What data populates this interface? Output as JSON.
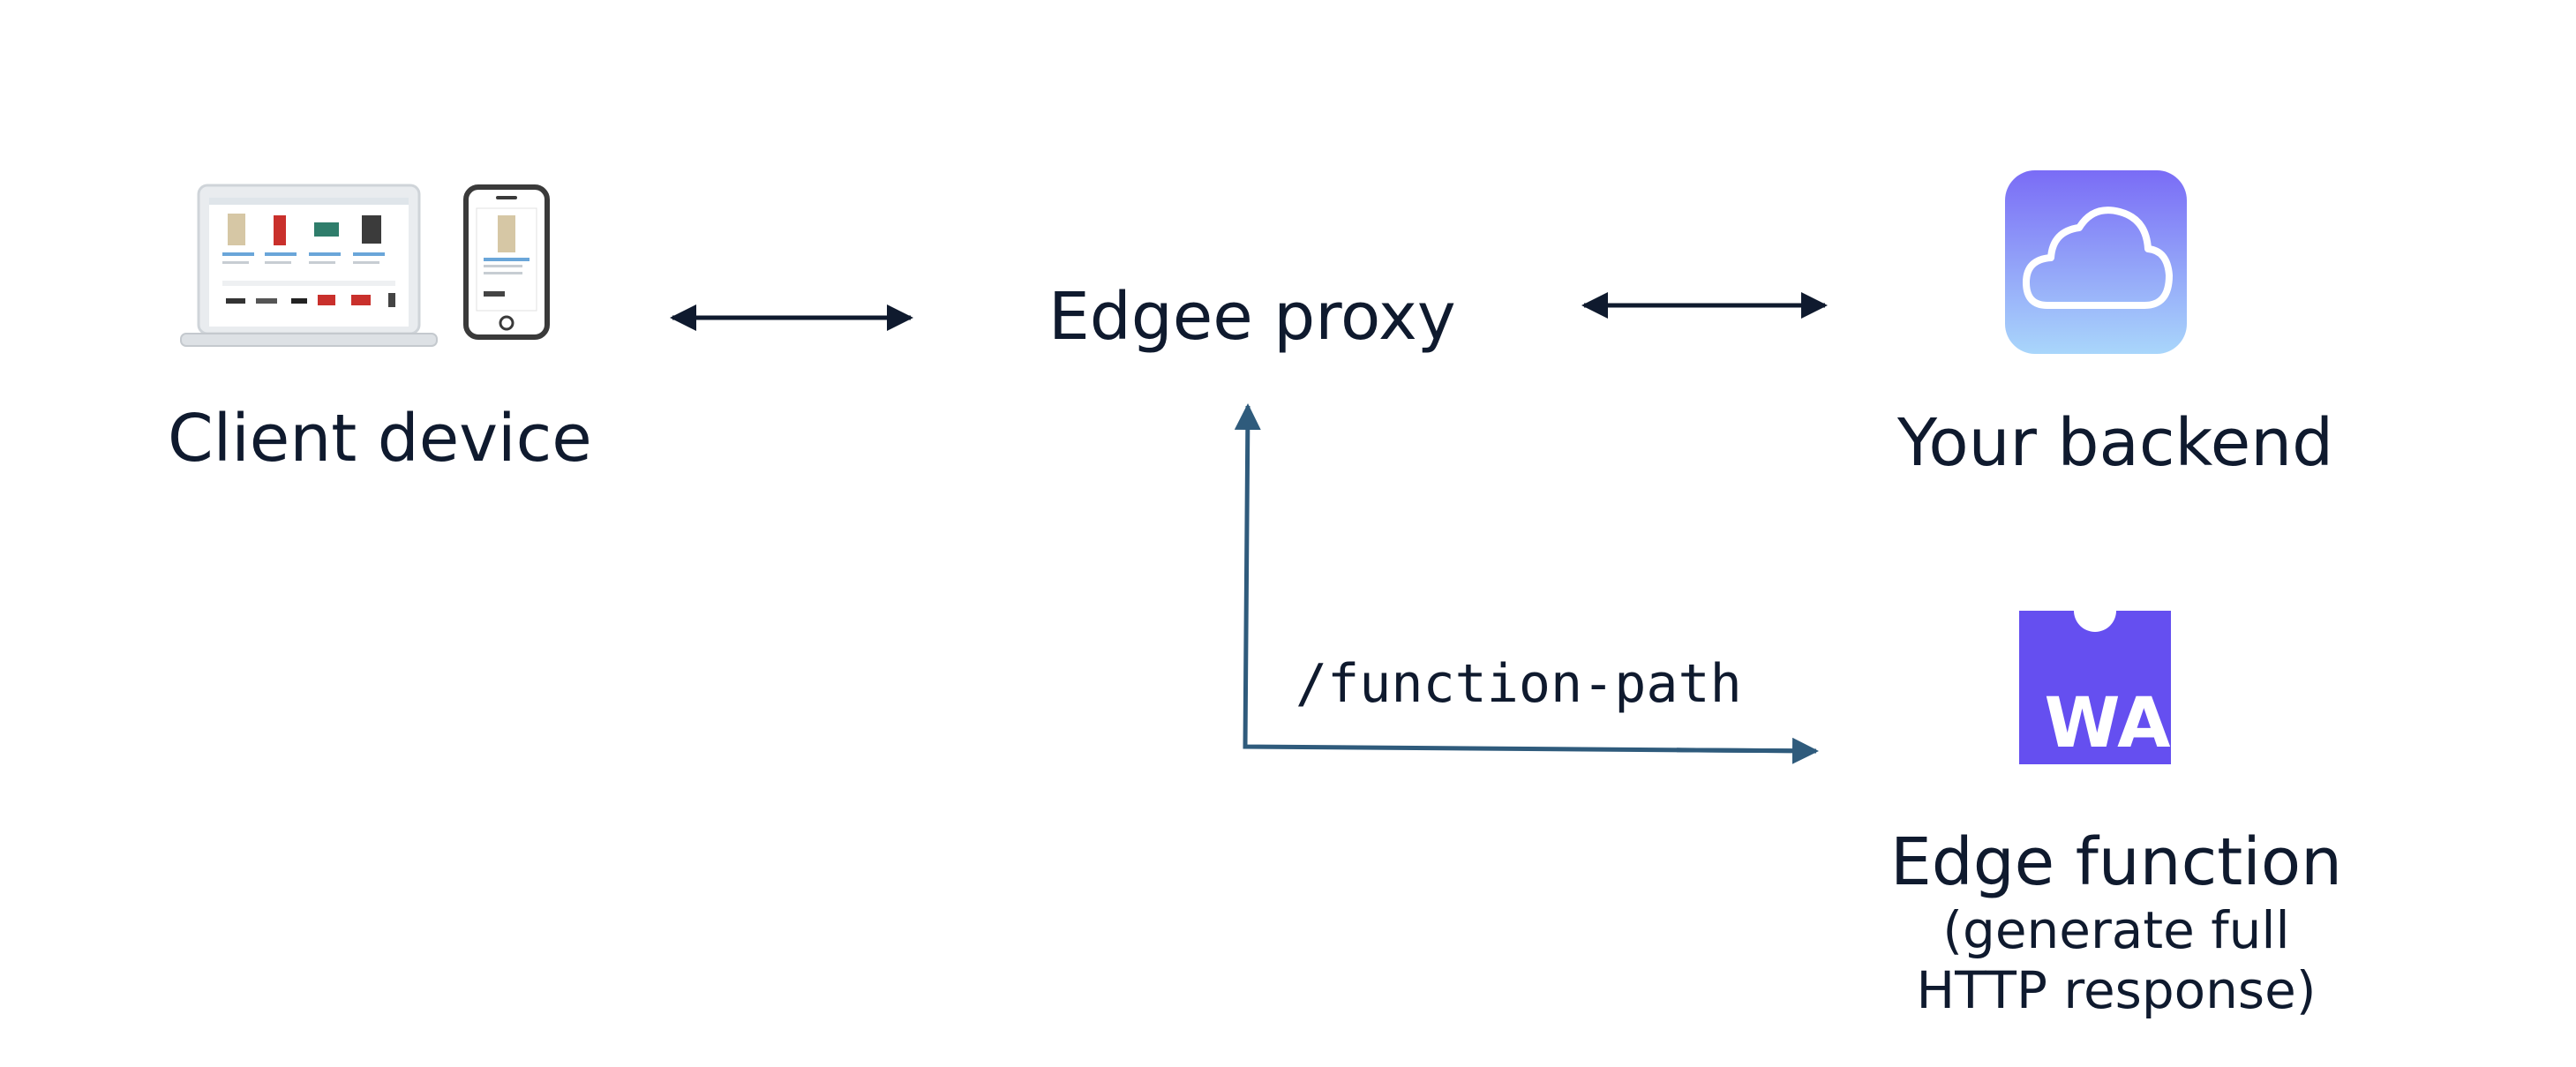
{
  "nodes": {
    "client": {
      "label": "Client device"
    },
    "proxy": {
      "label": "Edgee proxy"
    },
    "backend": {
      "label": "Your backend",
      "icon": "cloud-icon"
    },
    "edge_function": {
      "label": "Edge function",
      "sublabel": "(generate full\nHTTP response)",
      "icon": "webassembly-icon",
      "icon_text": "WA"
    }
  },
  "edges": {
    "function_path_label": "/function-path"
  },
  "colors": {
    "text": "#0f1a2e",
    "arrow_dark": "#0f1a2e",
    "arrow_blue": "#2f5b7c",
    "wasm": "#654ff0",
    "cloud_top": "#7a6cf6",
    "cloud_bottom": "#a9d6fb"
  }
}
